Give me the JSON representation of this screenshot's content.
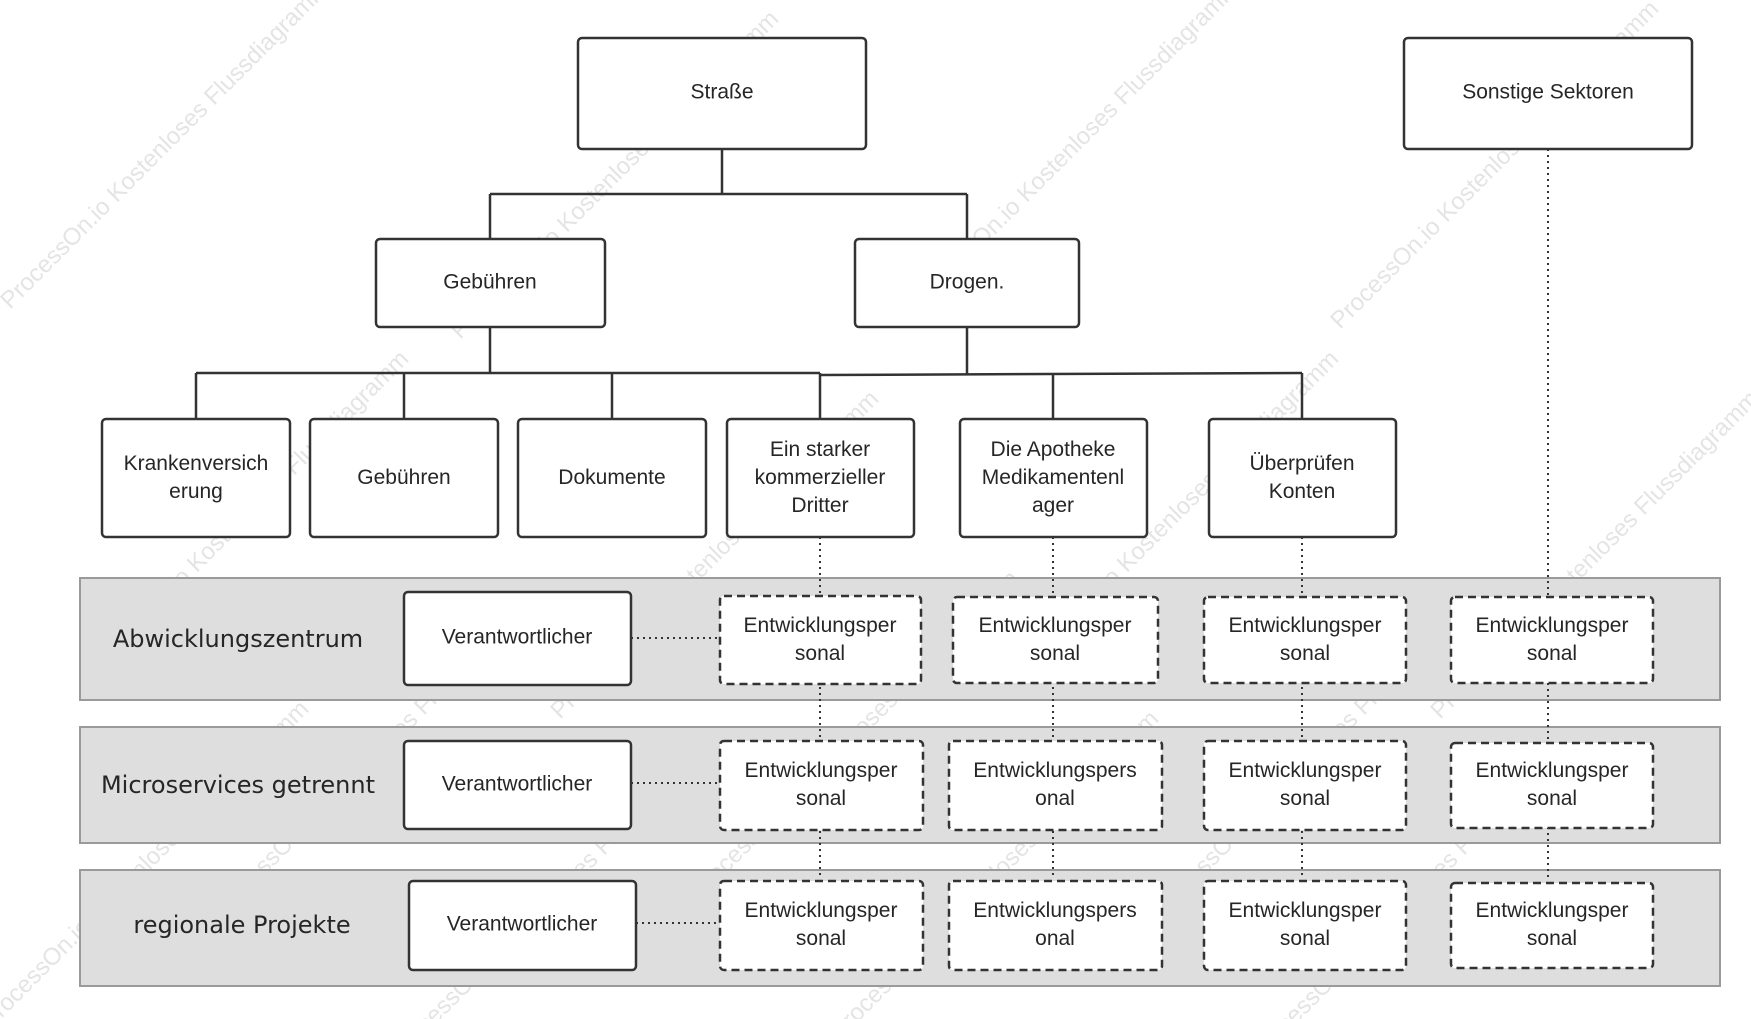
{
  "diagram": {
    "root_boxes": {
      "strasse": "Straße",
      "sonstige": "Sonstige Sektoren"
    },
    "level2": {
      "gebuehren": "Gebühren",
      "drogen": "Drogen."
    },
    "leaves": {
      "krankenversicherung": [
        "Krankenversich",
        "erung"
      ],
      "gebuehren": [
        "Gebühren"
      ],
      "dokumente": [
        "Dokumente"
      ],
      "dritter": [
        "Ein starker",
        "kommerzieller",
        "Dritter"
      ],
      "apotheke": [
        "Die Apotheke",
        "Medikamentenl",
        "ager"
      ],
      "konten": [
        "Überprüfen",
        "Konten"
      ]
    },
    "bands": {
      "abwicklung": "Abwicklungszentrum",
      "microservices": "Microservices getrennt",
      "regional": "regionale Projekte"
    },
    "manager_label": "Verantwortlicher",
    "staff_label_a": [
      "Entwicklungsper",
      "sonal"
    ],
    "staff_label_b": [
      "Entwicklungspers",
      "onal"
    ],
    "watermark_text": "ProcessOn.io Kostenloses Flussdiagramm"
  },
  "colors": {
    "band_fill": "#dedede",
    "band_stroke": "#9a9a9a",
    "box_stroke": "#333333",
    "line": "#333333",
    "text": "#262626",
    "watermark": "#cfcfcf"
  }
}
